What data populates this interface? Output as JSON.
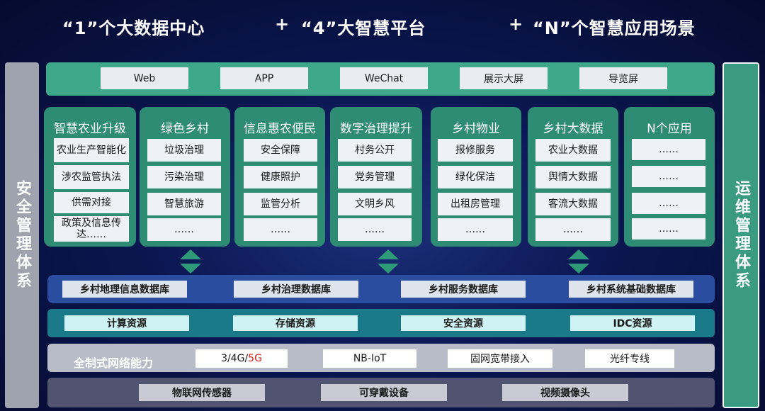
{
  "header": {
    "part1": "“1”个大数据中心",
    "plus1": "+",
    "part2": "“4”大智慧平台",
    "plus2": "+",
    "part3": "“N”个智慧应用场景"
  },
  "left_bar": {
    "label": "安全管理体系"
  },
  "right_bar": {
    "label": "运维管理体系"
  },
  "channels": [
    "Web",
    "APP",
    "WeChat",
    "展示大屏",
    "导览屏"
  ],
  "app_cards": [
    {
      "title": "智慧农业升级",
      "items": [
        "农业生产智能化",
        "涉农监管执法",
        "供需对接",
        "政策及信息传达……"
      ]
    },
    {
      "title": "绿色乡村",
      "items": [
        "垃圾治理",
        "污染治理",
        "智慧旅游",
        "……"
      ]
    },
    {
      "title": "信息惠农便民",
      "items": [
        "安全保障",
        "健康照护",
        "监管分析",
        "……"
      ]
    },
    {
      "title": "数字治理提升",
      "items": [
        "村务公开",
        "党务管理",
        "文明乡风",
        "……"
      ]
    },
    {
      "title": "乡村物业",
      "items": [
        "报修服务",
        "绿化保洁",
        "出租房管理",
        "……"
      ]
    },
    {
      "title": "乡村大数据",
      "items": [
        "农业大数据",
        "舆情大数据",
        "客流大数据",
        "……"
      ]
    },
    {
      "title": "N个应用",
      "items": [
        "……",
        "……",
        "……",
        "……"
      ]
    }
  ],
  "databases": [
    "乡村地理信息数据库",
    "乡村治理数据库",
    "乡村服务数据库",
    "乡村系统基础数据库"
  ],
  "resources": [
    "计算资源",
    "存储资源",
    "安全资源",
    "IDC资源"
  ],
  "network": {
    "label": "全制式网络能力",
    "mobile_prefix": "3/4G/",
    "mobile_5g": "5G",
    "items": [
      "NB-IoT",
      "固网宽带接入",
      "光纤专线"
    ]
  },
  "sensors": [
    "物联网传感器",
    "可穿戴设备",
    "视频摄像头"
  ],
  "colors": {
    "background": "#0b1650",
    "channel_row": "#3ea98a",
    "app_card": "#2e8c74",
    "database_row": "#2b4da0",
    "resource_row": "#1a7a8a",
    "network_row": "#b8bcc6",
    "sensor_row": "#515470",
    "right_bar": "#3a9b82",
    "left_bar": "#9ea3ad",
    "arrow": "#2e9b78",
    "highlight_5g": "#e02020"
  }
}
